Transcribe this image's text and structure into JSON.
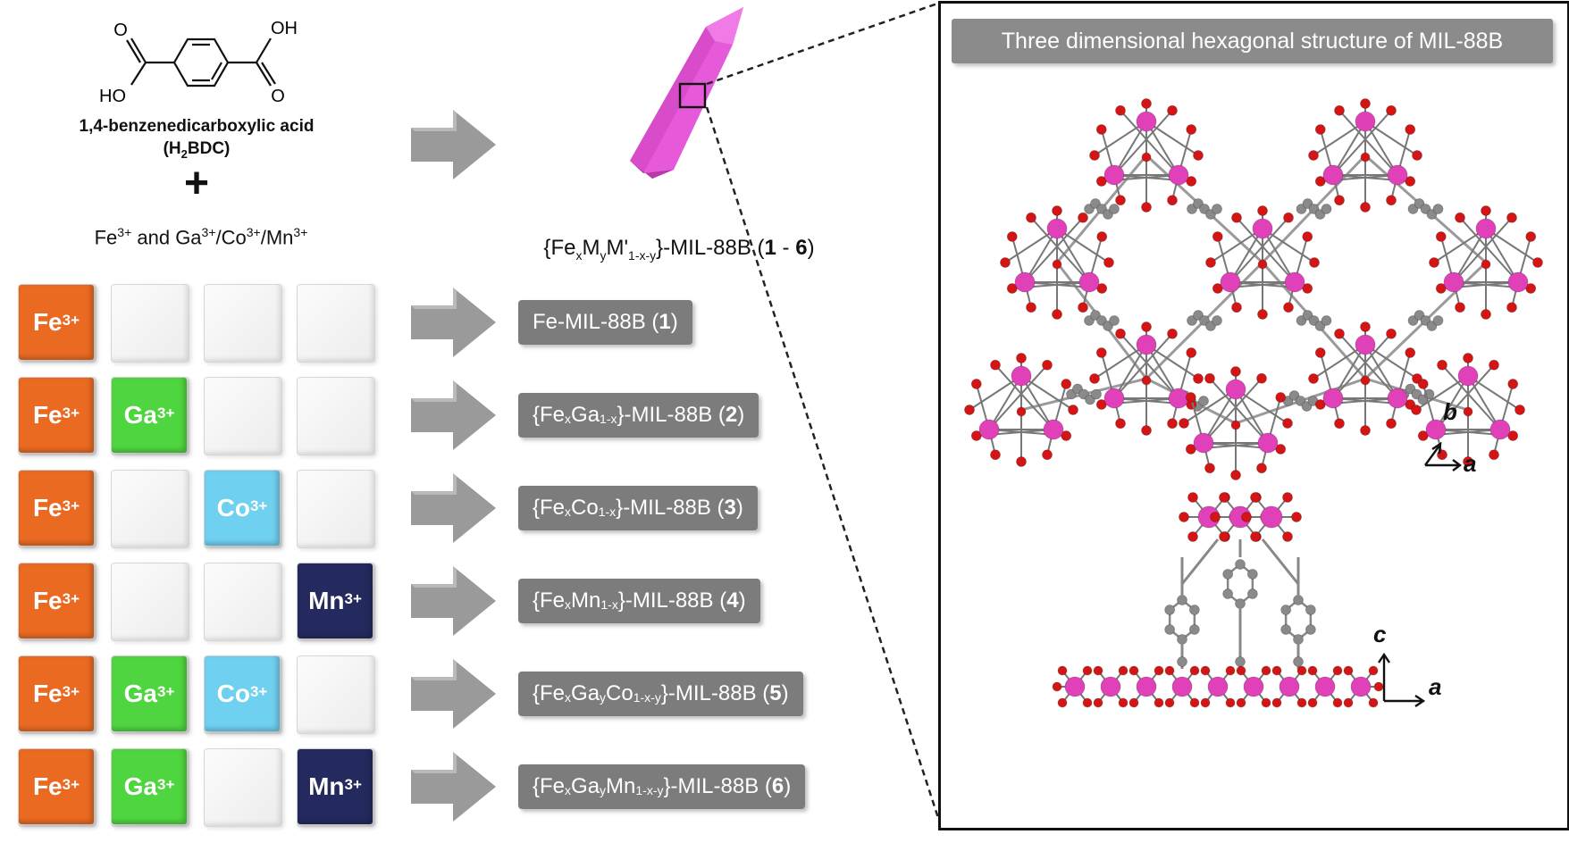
{
  "reactants": {
    "oh_top": "OH",
    "ho_bottom": "HO",
    "o_left": "O",
    "o_right": "O",
    "acid_name": "1,4-benzenedicarboxylic acid",
    "acid_abbr_pre": "(H",
    "acid_abbr_sub": "2",
    "acid_abbr_post": "BDC)",
    "plus": "+",
    "metals_fe": "Fe",
    "metals_fe_sup": "3+",
    "metals_and": " and ",
    "metals_ga": "Ga",
    "metals_ga_sup": "3+",
    "metals_co": "/Co",
    "metals_co_sup": "3+",
    "metals_mn": "/Mn",
    "metals_mn_sup": "3+"
  },
  "product_general": {
    "pre": "{Fe",
    "x": "x",
    "m": "M",
    "y": "y",
    "mp": "M'",
    "sub": "1-x-y",
    "post": "}-MIL-88B  (",
    "range_a": "1",
    "dash": " - ",
    "range_b": "6",
    "close": ")"
  },
  "grid": {
    "fe": "Fe",
    "ga": "Ga",
    "co": "Co",
    "mn": "Mn",
    "charge": "3+",
    "rows": [
      [
        "fe",
        "",
        "",
        ""
      ],
      [
        "fe",
        "ga",
        "",
        ""
      ],
      [
        "fe",
        "",
        "co",
        ""
      ],
      [
        "fe",
        "",
        "",
        "mn"
      ],
      [
        "fe",
        "ga",
        "co",
        ""
      ],
      [
        "fe",
        "ga",
        "",
        "mn"
      ]
    ]
  },
  "products": [
    {
      "pre": "Fe-MIL-88B (",
      "num": "1",
      "close": ")"
    },
    {
      "pre": "{Fe",
      "s1": "x",
      "mid": "Ga",
      "s2": "1-x",
      "post": "}-MIL-88B (",
      "num": "2",
      "close": ")"
    },
    {
      "pre": "{Fe",
      "s1": "x",
      "mid": "Co",
      "s2": "1-x",
      "post": "}-MIL-88B (",
      "num": "3",
      "close": ")"
    },
    {
      "pre": "{Fe",
      "s1": "x",
      "mid": "Mn",
      "s2": "1-x",
      "post": "}-MIL-88B (",
      "num": "4",
      "close": ")"
    },
    {
      "pre": "{Fe",
      "s1": "x",
      "mid": "Ga",
      "s1b": "y",
      "mid2": "Co",
      "s2": "1-x-y",
      "post": "}-MIL-88B (",
      "num": "5",
      "close": ")"
    },
    {
      "pre": "{Fe",
      "s1": "x",
      "mid": "Ga",
      "s1b": "y",
      "mid2": "Mn",
      "s2": "1-x-y",
      "post": "}-MIL-88B (",
      "num": "6",
      "close": ")"
    }
  ],
  "panel": {
    "title": "Three dimensional  hexagonal structure of MIL-88B",
    "axis_top": {
      "b": "b",
      "a": "a"
    },
    "axis_bottom": {
      "c": "c",
      "a": "a"
    }
  },
  "colors": {
    "fe": "#ea6a22",
    "ga": "#4fd53f",
    "co": "#6fd0f0",
    "mn": "#242a5e",
    "crystal": "#e24fd6",
    "metal_atom": "#e040b8",
    "oxygen_atom": "#d41515",
    "carbon_atom": "#8a8a8a"
  }
}
